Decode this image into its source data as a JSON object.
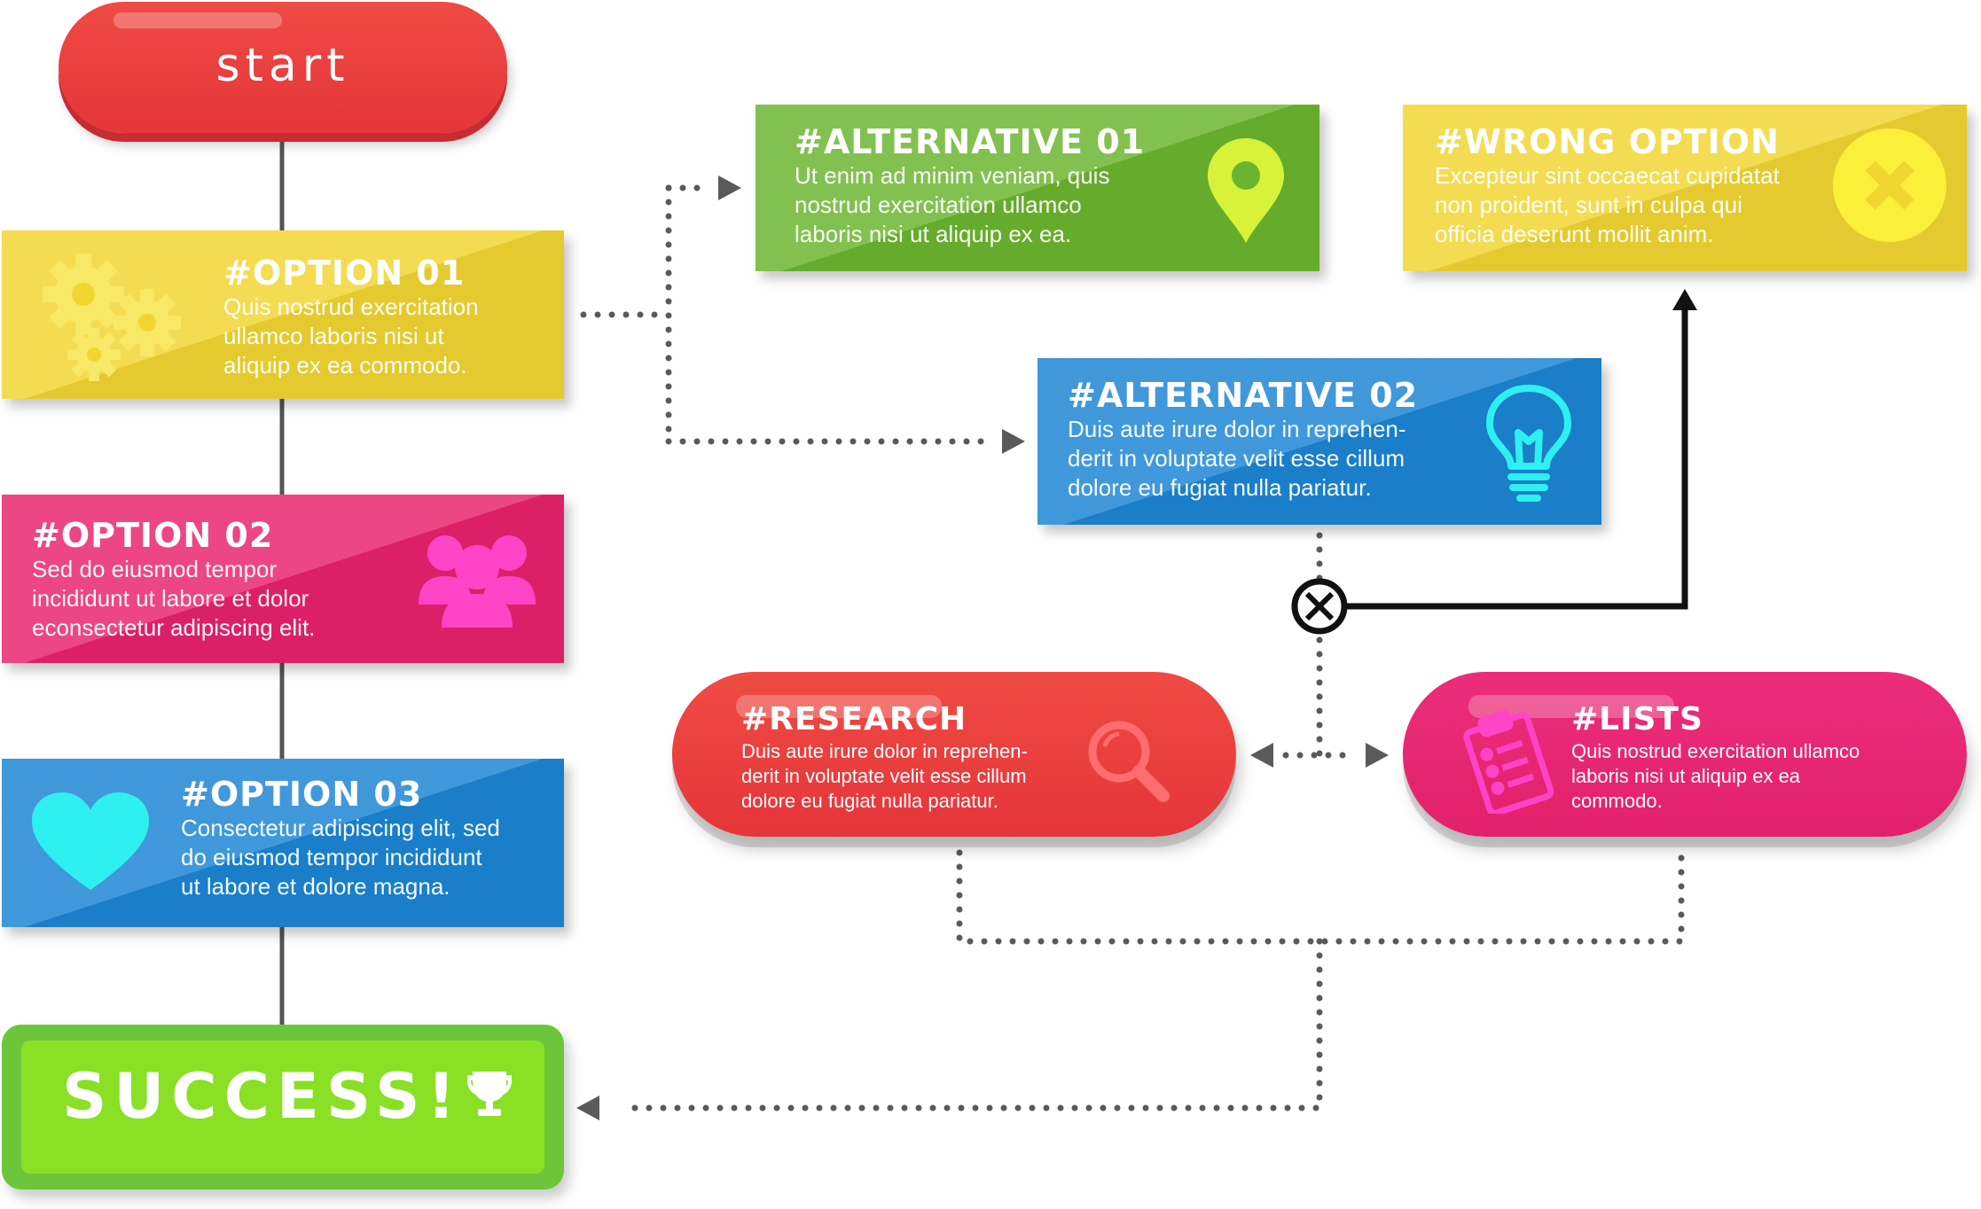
{
  "start": {
    "label": "start"
  },
  "options": [
    {
      "title": "#OPTION 01",
      "body": [
        "Quis nostrud exercitation",
        "ullamco laboris nisi ut",
        "aliquip ex ea commodo."
      ],
      "icon": "gears-icon"
    },
    {
      "title": "#OPTION 02",
      "body": [
        "Sed do eiusmod tempor",
        "incididunt ut labore et dolor",
        "econsectetur adipiscing elit."
      ],
      "icon": "people-icon"
    },
    {
      "title": "#OPTION 03",
      "body": [
        "Consectetur adipiscing elit, sed",
        "do eiusmod tempor incididunt",
        "ut labore et dolore magna."
      ],
      "icon": "heart-icon"
    }
  ],
  "alternatives": [
    {
      "title": "#ALTERNATIVE 01",
      "body": [
        "Ut enim ad minim veniam, quis",
        "nostrud exercitation ullamco",
        "laboris nisi ut aliquip ex ea."
      ],
      "icon": "map-pin-icon"
    },
    {
      "title": "#ALTERNATIVE 02",
      "body": [
        "Duis aute irure dolor in reprehen-",
        "derit in voluptate velit esse cillum",
        "dolore eu fugiat nulla pariatur."
      ],
      "icon": "lightbulb-icon"
    }
  ],
  "wrong_option": {
    "title": "#WRONG OPTION",
    "body": [
      "Excepteur sint occaecat cupidatat",
      "non proident, sunt in culpa qui",
      "officia deserunt mollit anim."
    ],
    "icon": "cross-circle-icon"
  },
  "research": {
    "title": "#RESEARCH",
    "body": [
      "Duis aute irure dolor in reprehen-",
      "derit in voluptate velit esse cillum",
      "dolore eu fugiat nulla pariatur."
    ],
    "icon": "search-icon"
  },
  "lists": {
    "title": "#LISTS",
    "body": [
      "Quis nostrud exercitation ullamco",
      "laboris nisi ut aliquip ex ea",
      "commodo."
    ],
    "icon": "clipboard-icon"
  },
  "success": {
    "label": "SUCCESS!",
    "icon": "trophy-icon"
  },
  "colors": {
    "red": "#e8393a",
    "yellow": "#f1d531",
    "magenta": "#e8226d",
    "blue": "#1b85d4",
    "green": "#6ab52f",
    "lime": "#8ae024",
    "connector_gray": "#666666"
  }
}
